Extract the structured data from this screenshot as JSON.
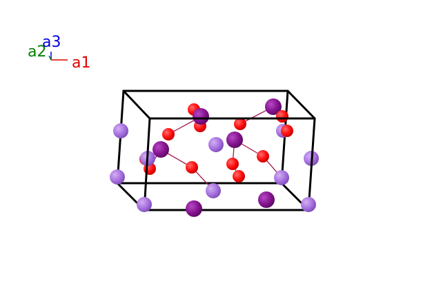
{
  "axes": {
    "a1": {
      "label": "a1",
      "color": "#e00000"
    },
    "a2": {
      "label": "a2",
      "color": "#008000"
    },
    "a3": {
      "label": "a3",
      "color": "#0000e0"
    }
  },
  "colors": {
    "background": "#ffffff",
    "cell_edge": "#000000",
    "bond": "#a0154f",
    "atom_red": "#ff0d0d",
    "atom_dark_purple": "#8a1a9e",
    "atom_light_purple": "#a86ee0"
  }
}
